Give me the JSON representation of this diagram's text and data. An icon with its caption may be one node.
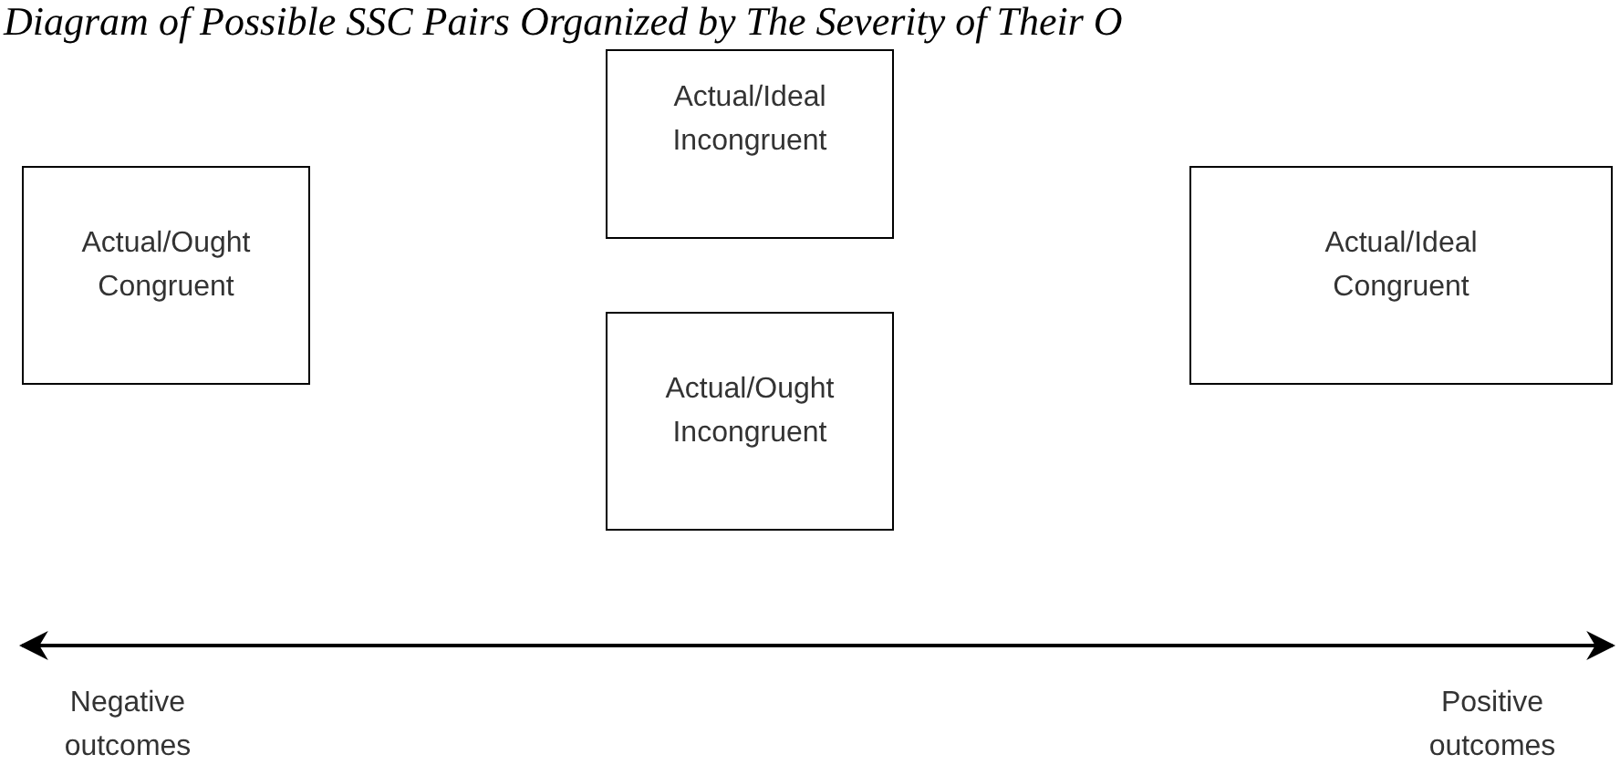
{
  "diagram": {
    "title": "Diagram of Possible SSC Pairs Organized by The Severity of Their O",
    "nodes": [
      {
        "text": [
          "Actual/Ought Congruent"
        ]
      },
      {
        "text": [
          "Actual/Ideal Incongruent"
        ]
      },
      {
        "text": [
          "Actual/Ought Incongruent"
        ]
      },
      {
        "text": [
          "Actual/Ideal Congruent"
        ]
      }
    ],
    "labels": [
      "Negative outcomes",
      "Positive outcomes"
    ]
  }
}
